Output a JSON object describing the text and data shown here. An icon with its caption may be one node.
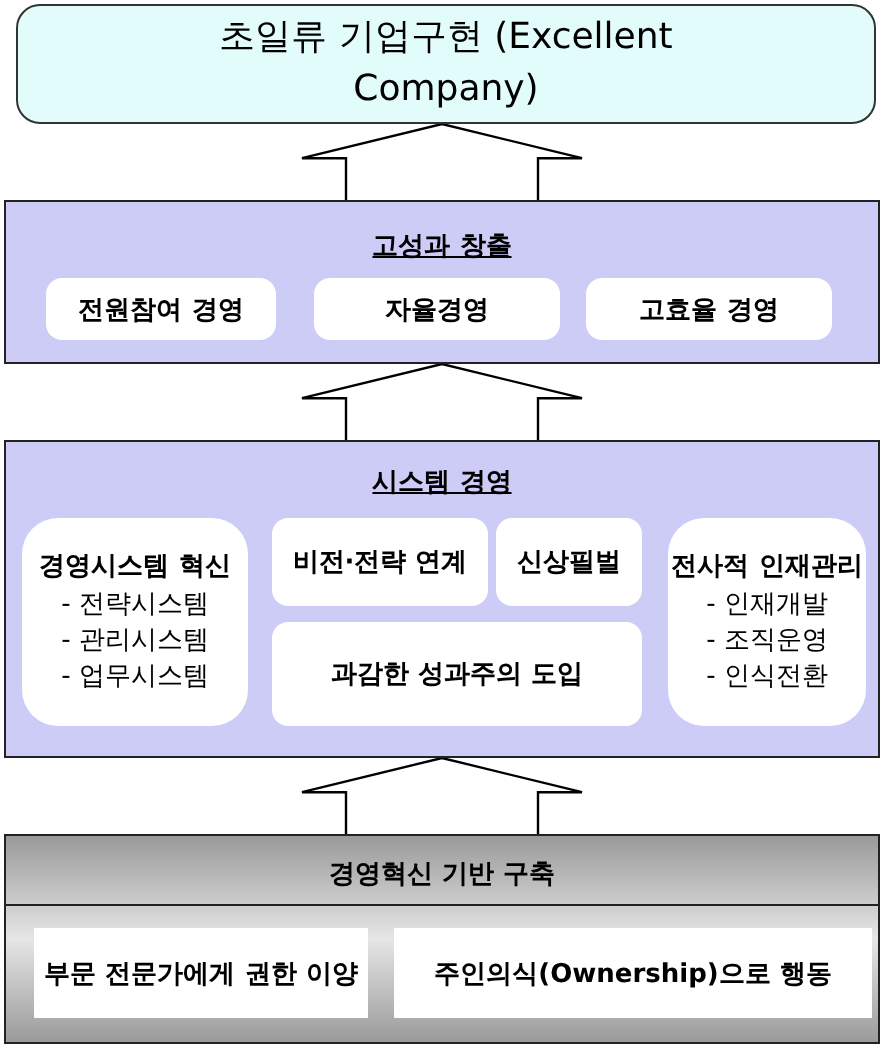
{
  "diagram": {
    "nodes": [
      {
        "text": [
          "초일류 기업구현 (Excellent Company)"
        ]
      },
      {
        "text": [
          "고성과 창출"
        ]
      },
      {
        "text": [
          "전원참여 경영"
        ],
        "in": 1
      },
      {
        "text": [
          "자율경영"
        ],
        "in": 1
      },
      {
        "text": [
          "고효율 경영"
        ],
        "in": 1
      },
      {
        "text": [
          "시스템 경영"
        ]
      },
      {
        "text": [
          "경영시스템 혁신",
          "- 전략시스템",
          "- 관리시스템",
          "- 업무시스템"
        ],
        "in": 5
      },
      {
        "text": [
          "비전·전략 연계"
        ],
        "in": 5
      },
      {
        "text": [
          "신상필벌"
        ],
        "in": 5
      },
      {
        "text": [
          "전사적 인재관리",
          "- 인재개발",
          "- 조직운영",
          "- 인식전환"
        ],
        "in": 5
      },
      {
        "text": [
          "과감한 성과주의 도입"
        ],
        "in": 5
      },
      {
        "text": [
          "경영혁신 기반 구축"
        ]
      },
      {
        "text": [
          "부문 전문가에게 권한 이양"
        ],
        "in": 11
      },
      {
        "text": [
          "주인의식(Ownership)으로 행동"
        ],
        "in": 11
      }
    ],
    "edges": [
      {
        "from": 1,
        "to": 0,
        "arrow": "to"
      },
      {
        "from": 5,
        "to": 1,
        "arrow": "to"
      },
      {
        "from": 11,
        "to": 5,
        "arrow": "to"
      }
    ]
  }
}
